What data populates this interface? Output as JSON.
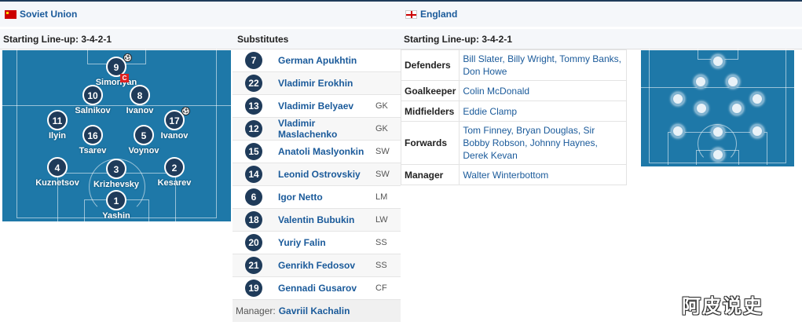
{
  "soviet": {
    "team_name": "Soviet Union",
    "flag": "ussr-flag-icon",
    "lineup_title": "Starting Line-up: 3-4-2-1",
    "players": [
      {
        "number": "9",
        "name": "Simonyan",
        "captain": true,
        "goal": true
      },
      {
        "number": "10",
        "name": "Salnikov"
      },
      {
        "number": "8",
        "name": "Ivanov"
      },
      {
        "number": "11",
        "name": "Ilyin"
      },
      {
        "number": "16",
        "name": "Tsarev"
      },
      {
        "number": "5",
        "name": "Voynov"
      },
      {
        "number": "17",
        "name": "Ivanov",
        "goal": true
      },
      {
        "number": "4",
        "name": "Kuznetsov"
      },
      {
        "number": "3",
        "name": "Krizhevsky"
      },
      {
        "number": "2",
        "name": "Kesarev"
      },
      {
        "number": "1",
        "name": "Yashin"
      }
    ],
    "captain_badge": "C",
    "substitutes_title": "Substitutes",
    "substitutes": [
      {
        "number": "7",
        "name": "German Apukhtin",
        "pos": ""
      },
      {
        "number": "22",
        "name": "Vladimir Erokhin",
        "pos": ""
      },
      {
        "number": "13",
        "name": "Vladimir Belyaev",
        "pos": "GK"
      },
      {
        "number": "12",
        "name": "Vladimir Maslachenko",
        "pos": "GK"
      },
      {
        "number": "15",
        "name": "Anatoli Maslyonkin",
        "pos": "SW"
      },
      {
        "number": "14",
        "name": "Leonid Ostrovskiy",
        "pos": "SW"
      },
      {
        "number": "6",
        "name": "Igor Netto",
        "pos": "LM"
      },
      {
        "number": "18",
        "name": "Valentin Bubukin",
        "pos": "LW"
      },
      {
        "number": "20",
        "name": "Yuriy Falin",
        "pos": "SS"
      },
      {
        "number": "21",
        "name": "Genrikh Fedosov",
        "pos": "SS"
      },
      {
        "number": "19",
        "name": "Gennadi Gusarov",
        "pos": "CF"
      }
    ],
    "manager_label": "Manager:",
    "manager_name": "Gavriil Kachalin"
  },
  "england": {
    "team_name": "England",
    "flag": "england-flag-icon",
    "lineup_title": "Starting Line-up: 3-4-2-1",
    "rows": [
      {
        "label": "Defenders",
        "value": "Bill Slater, Billy Wright, Tommy Banks, Don Howe"
      },
      {
        "label": "Goalkeeper",
        "value": "Colin McDonald"
      },
      {
        "label": "Midfielders",
        "value": "Eddie Clamp"
      },
      {
        "label": "Forwards",
        "value": "Tom Finney, Bryan Douglas, Sir Bobby Robson, Johnny Haynes, Derek Kevan"
      },
      {
        "label": "Manager",
        "value": "Walter Winterbottom"
      }
    ]
  },
  "watermark": "阿皮说史"
}
